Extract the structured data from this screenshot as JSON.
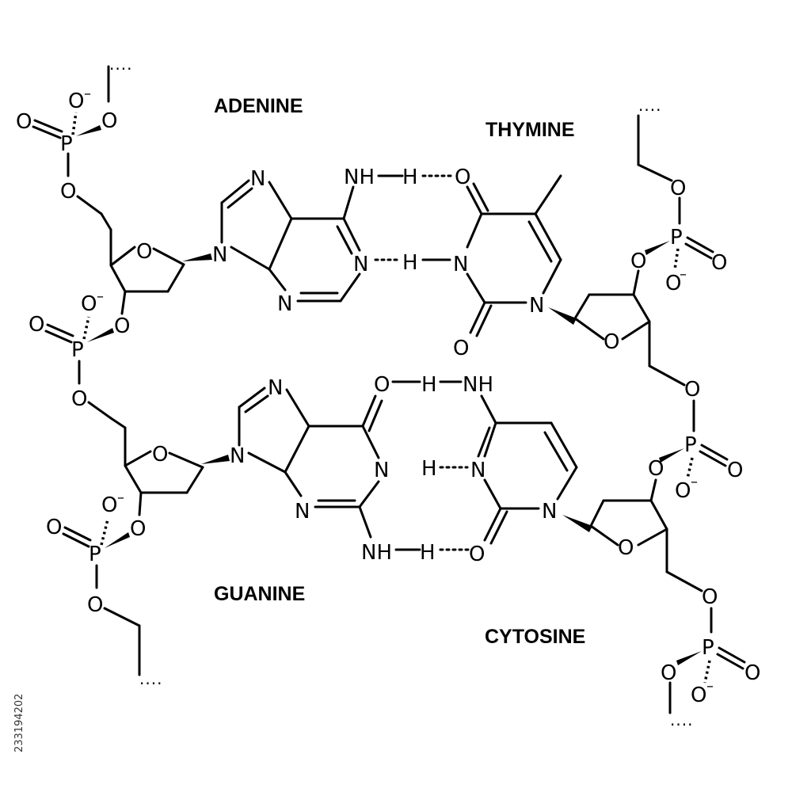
{
  "bases": {
    "adenine": "ADENINE",
    "thymine": "THYMINE",
    "guanine": "GUANINE",
    "cytosine": "CYTOSINE"
  },
  "atoms": {
    "O": "O",
    "N": "N",
    "P": "P",
    "H": "H",
    "NH": "NH",
    "O_minus": "O",
    "minus": "–"
  },
  "continuation": "....",
  "stock_id": "233194202"
}
